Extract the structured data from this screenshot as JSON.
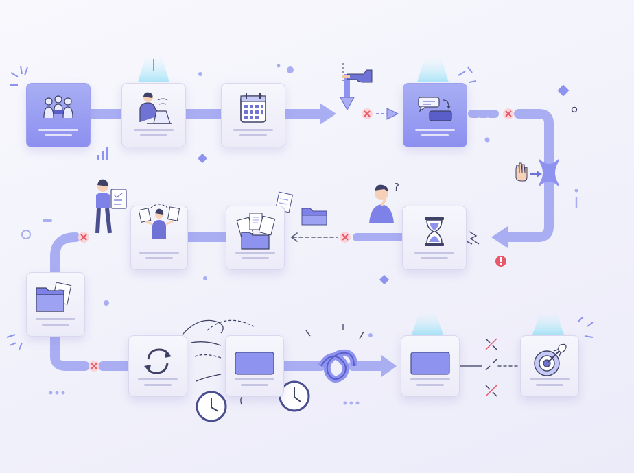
{
  "diagram": {
    "colors": {
      "background": "#f4f4fb",
      "connector": "#a9aef3",
      "card_highlight": "#8f93f0",
      "card_default": "#eeedf8",
      "blocker": "#f06f7f",
      "alert": "#e8586a"
    },
    "nodes": [
      {
        "id": "team-meeting",
        "icon": "meeting-icon",
        "highlighted": true
      },
      {
        "id": "person-at-laptop",
        "icon": "laptop-worker-icon",
        "highlighted": false
      },
      {
        "id": "calendar",
        "icon": "calendar-icon",
        "highlighted": false
      },
      {
        "id": "chat-messages",
        "icon": "chat-icon",
        "highlighted": true
      },
      {
        "id": "waiting",
        "icon": "hourglass-icon",
        "highlighted": false
      },
      {
        "id": "paperwork-pile",
        "icon": "documents-folder-icon",
        "highlighted": false
      },
      {
        "id": "juggling-tasks",
        "icon": "multitasking-person-icon",
        "highlighted": false
      },
      {
        "id": "files-folder",
        "icon": "folder-icon",
        "highlighted": false
      },
      {
        "id": "rework-cycle",
        "icon": "refresh-icon",
        "highlighted": false
      },
      {
        "id": "screen-step",
        "icon": "screen-icon",
        "highlighted": false
      },
      {
        "id": "screen-step-2",
        "icon": "screen-icon",
        "highlighted": false
      },
      {
        "id": "goal-target",
        "icon": "target-rocket-icon",
        "highlighted": false
      }
    ],
    "blockers": 7,
    "icons": [
      "hand-pointing-icon",
      "stop-hand-icon",
      "thinking-person-icon",
      "clipboard-person-icon",
      "clock-icon",
      "knot-icon",
      "broken-link-icon",
      "alert-icon",
      "folder-icon"
    ]
  }
}
